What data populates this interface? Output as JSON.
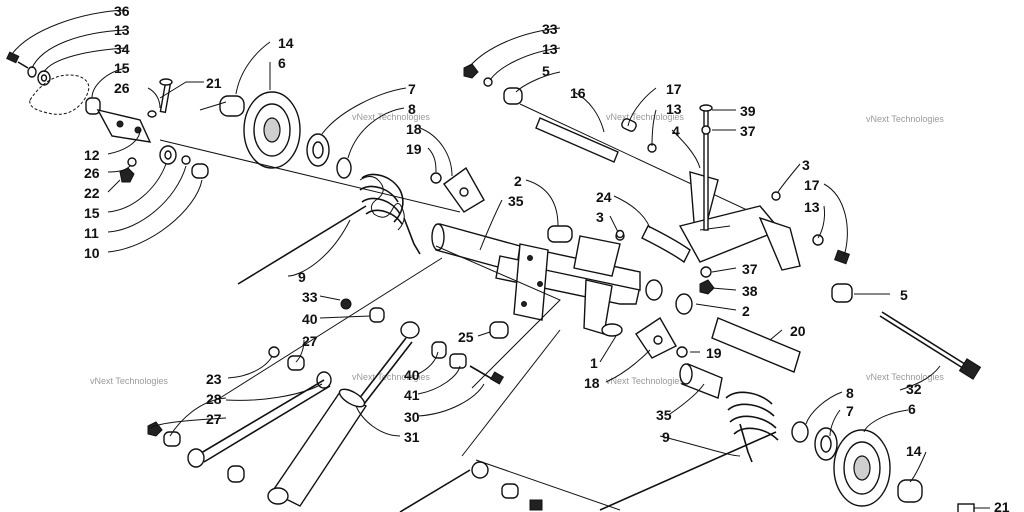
{
  "diagram": {
    "watermark_text": "vNext Technologies",
    "callouts": [
      "36",
      "13",
      "34",
      "15",
      "26",
      "21",
      "14",
      "6",
      "7",
      "8",
      "18",
      "19",
      "33",
      "13",
      "5",
      "16",
      "17",
      "13",
      "4",
      "39",
      "37",
      "12",
      "26",
      "22",
      "15",
      "11",
      "10",
      "2",
      "35",
      "3",
      "24",
      "3",
      "17",
      "13",
      "9",
      "33",
      "40",
      "25",
      "37",
      "38",
      "2",
      "5",
      "20",
      "1",
      "19",
      "18",
      "27",
      "23",
      "28",
      "27",
      "40",
      "41",
      "30",
      "31",
      "35",
      "9",
      "8",
      "7",
      "32",
      "6",
      "14",
      "21"
    ]
  }
}
